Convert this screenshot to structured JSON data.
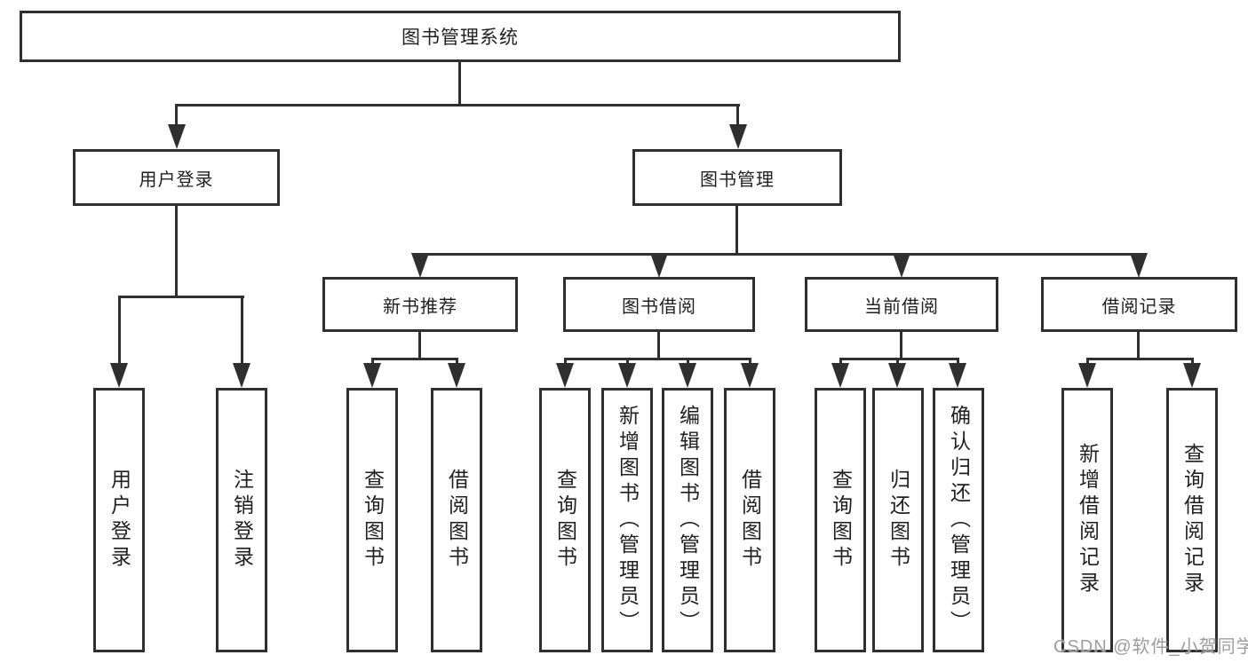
{
  "colors": {
    "line": "#2f2f2f",
    "text": "#1f1f1f",
    "watermark": "#9c9c9c",
    "background": "#ffffff"
  },
  "watermark": {
    "text": "CSDN @软件_小贺同学"
  },
  "tree": {
    "root": {
      "label": "图书管理系统"
    },
    "branches": [
      {
        "label": "用户登录",
        "children": [
          {
            "label": "用户登录"
          },
          {
            "label": "注销登录"
          }
        ]
      },
      {
        "label": "图书管理",
        "children": [
          {
            "label": "新书推荐",
            "children": [
              {
                "label": "查询图书"
              },
              {
                "label": "借阅图书"
              }
            ]
          },
          {
            "label": "图书借阅",
            "children": [
              {
                "label": "查询图书"
              },
              {
                "label": "新增图书（管理员）"
              },
              {
                "label": "编辑图书（管理员）"
              },
              {
                "label": "借阅图书"
              }
            ]
          },
          {
            "label": "当前借阅",
            "children": [
              {
                "label": "查询图书"
              },
              {
                "label": "归还图书"
              },
              {
                "label": "确认归还（管理员）"
              }
            ]
          },
          {
            "label": "借阅记录",
            "children": [
              {
                "label": "新增借阅记录"
              },
              {
                "label": "查询借阅记录"
              }
            ]
          }
        ]
      }
    ]
  }
}
